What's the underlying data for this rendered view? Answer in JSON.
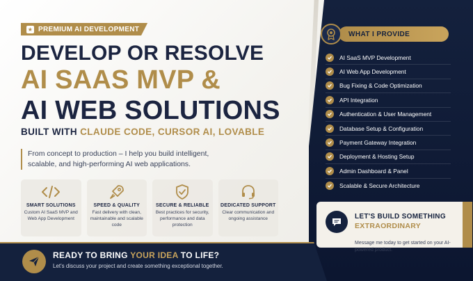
{
  "badge": {
    "label": "PREMIUM AI DEVELOPMENT",
    "icon": "star-icon"
  },
  "headline": {
    "line1": "DEVELOP OR RESOLVE",
    "line2": "AI SAAS MVP &",
    "line3": "AI WEB SOLUTIONS"
  },
  "built_with": {
    "prefix": "BUILT WITH",
    "tools": "CLAUDE CODE, CURSOR AI, LOVABLE"
  },
  "intro": "From concept to production – I help you build intelligent, scalable, and high-performing AI web applications.",
  "features": [
    {
      "icon": "code-icon",
      "title": "SMART SOLUTIONS",
      "desc": "Custom AI SaaS MVP and Web App Development"
    },
    {
      "icon": "rocket-icon",
      "title": "SPEED & QUALITY",
      "desc": "Fast delivery with clean, maintainable and scalable code"
    },
    {
      "icon": "shield-check-icon",
      "title": "SECURE & RELIABLE",
      "desc": "Best practices for security, performance and data protection"
    },
    {
      "icon": "headset-icon",
      "title": "DEDICATED SUPPORT",
      "desc": "Clear communication and ongoing assistance"
    }
  ],
  "provide": {
    "icon": "award-icon",
    "title": "WHAT I PROVIDE",
    "items": [
      "AI SaaS MVP Development",
      "AI Web App Development",
      "Bug Fixing & Code Optimization",
      "API Integration",
      "Authentication & User Management",
      "Database Setup & Configuration",
      "Payment Gateway Integration",
      "Deployment & Hosting Setup",
      "Admin Dashboard & Panel",
      "Scalable & Secure Architecture"
    ]
  },
  "cta_card": {
    "icon": "chat-icon",
    "line1": "LET'S BUILD SOMETHING",
    "line2": "EXTRAORDINARY",
    "desc": "Message me today to get started on your AI-powered product."
  },
  "bottom_cta": {
    "icon": "paper-plane-icon",
    "title_prefix": "READY TO BRING",
    "title_highlight": "YOUR IDEA",
    "title_suffix": "TO LIFE?",
    "subtitle": "Let's discuss your project and create something exceptional together."
  },
  "colors": {
    "navy": "#14213d",
    "gold": "#b08d4a",
    "light": "#f3f2ee"
  }
}
